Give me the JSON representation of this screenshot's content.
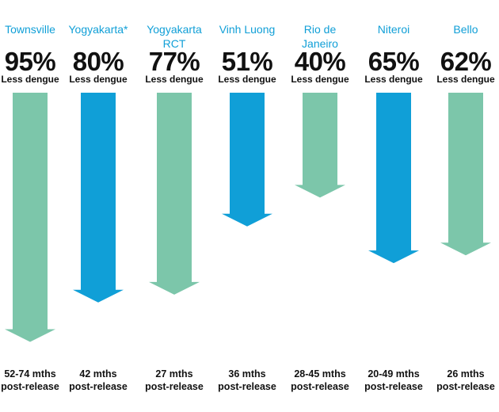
{
  "colors": {
    "green": "#7cc6aa",
    "blue": "#109fd7",
    "cityText": "#109fd7",
    "text": "#111111"
  },
  "chart_data": {
    "type": "bar",
    "orientation": "downward-arrows",
    "unit": "%",
    "value_label": "Less dengue",
    "ylim": [
      0,
      100
    ],
    "categories": [
      "Townsville",
      "Yogyakarta*",
      "Yogyakarta RCT",
      "Vinh Luong",
      "Rio de Janeiro",
      "Niteroi",
      "Bello"
    ],
    "city_lines": [
      [
        "Townsville"
      ],
      [
        "Yogyakarta*"
      ],
      [
        "Yogyakarta",
        "RCT"
      ],
      [
        "Vinh Luong"
      ],
      [
        "Rio de",
        "Janeiro"
      ],
      [
        "Niteroi"
      ],
      [
        "Bello"
      ]
    ],
    "values": [
      95,
      80,
      77,
      51,
      40,
      65,
      62
    ],
    "value_labels": [
      "95%",
      "80%",
      "77%",
      "51%",
      "40%",
      "65%",
      "62%"
    ],
    "arrow_colors": [
      "green",
      "blue",
      "green",
      "blue",
      "green",
      "blue",
      "green"
    ],
    "periods": [
      [
        "52-74 mths",
        "post-release"
      ],
      [
        "42 mths",
        "post-release"
      ],
      [
        "27 mths",
        "post-release"
      ],
      [
        "36 mths",
        "post-release"
      ],
      [
        "28-45 mths",
        "post-release"
      ],
      [
        "20-49 mths",
        "post-release"
      ],
      [
        "26 mths",
        "post-release"
      ]
    ]
  }
}
